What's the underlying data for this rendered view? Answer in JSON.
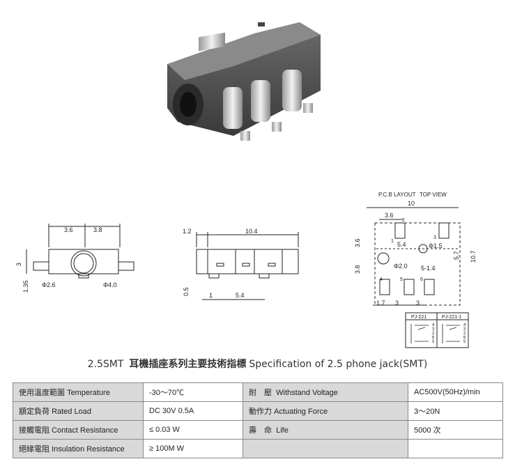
{
  "layout_labels": {
    "title_left": "P.C.B LAYOUT",
    "title_right": "TOP VIEW"
  },
  "front_view": {
    "dim_a": "3.6",
    "dim_b": "3.8",
    "dim_h": "3",
    "dim_h2": "1.35",
    "phi_small": "Φ2.6",
    "phi_big": "Φ4.0"
  },
  "side_view": {
    "dim_a": "1.2",
    "dim_b": "10.4",
    "dim_c": "1",
    "dim_d": "5.4",
    "dim_e": "0.5"
  },
  "pcb_view": {
    "w": "10",
    "a": "3.6",
    "b": "5.4",
    "c": "Φ1.5",
    "d": "Φ2.0",
    "e": "5-1.4",
    "f": "5.7",
    "g": "10.7",
    "h": "3.6",
    "i": "3.8",
    "j": "1.7",
    "k": "3",
    "l": "3",
    "pins": [
      "1",
      "2",
      "3",
      "4",
      "5",
      "6"
    ]
  },
  "schem": {
    "a": "PJ-221",
    "b": "PJ-221-1",
    "pa": [
      "4",
      "3",
      "2",
      "6",
      "5"
    ],
    "pb": [
      "4",
      "3",
      "2",
      "6",
      "5"
    ]
  },
  "caption": {
    "pre": "2.5SMT",
    "cn": "耳機插座系列主要技術指標",
    "en": "Specification of 2.5 phone jack(SMT)"
  },
  "spec": [
    {
      "l_cn": "使用溫度範圍",
      "l_en": "Temperature",
      "l_val": "-30～70℃",
      "r_cn": "耐　壓",
      "r_en": "Withstand Voltage",
      "r_val": "AC500V(50Hz)/min"
    },
    {
      "l_cn": "額定負荷",
      "l_en": "Rated Load",
      "l_val": "DC  30V  0.5A",
      "r_cn": "動作力",
      "r_en": "Actuating Force",
      "r_val": "3～20N"
    },
    {
      "l_cn": "接觸電阻",
      "l_en": "Contact Resistance",
      "l_val": "≤ 0.03 W",
      "r_cn": "壽　命",
      "r_en": "Life",
      "r_val": "5000 次"
    },
    {
      "l_cn": "絕緣電阻",
      "l_en": "Insulation Resistance",
      "l_val": "≥ 100M W",
      "r_cn": "",
      "r_en": "",
      "r_val": ""
    }
  ]
}
